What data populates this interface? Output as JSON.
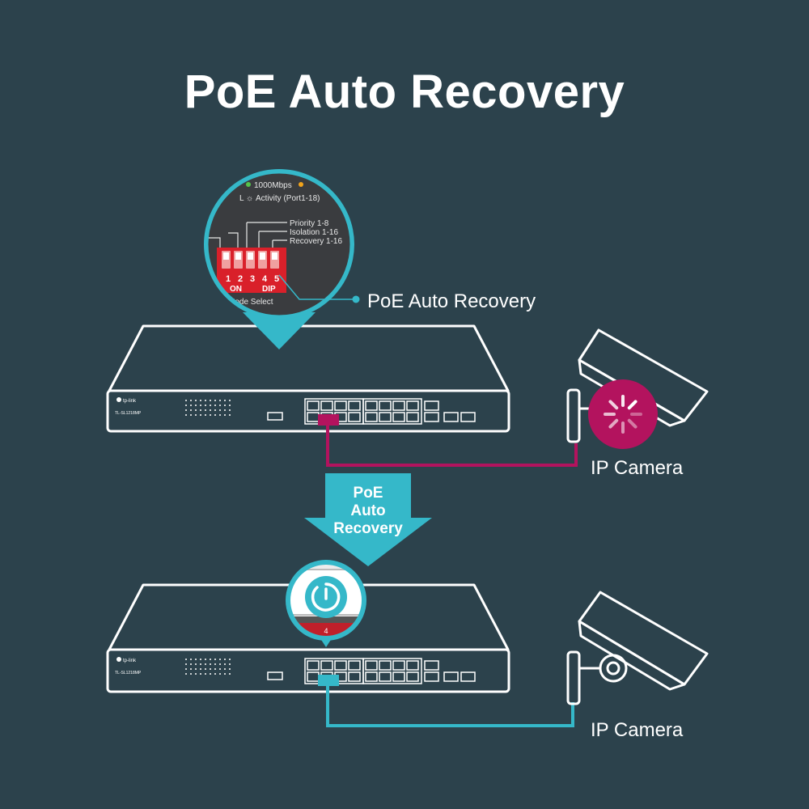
{
  "title": "PoE Auto Recovery",
  "zoom_callout": {
    "led_speed": "1000Mbps",
    "led_activity": "Activity (Port1-18)",
    "dip_options": [
      "Priority 1-8",
      "Isolation 1-16",
      "Recovery 1-16"
    ],
    "dip_numbers": [
      "1",
      "2",
      "3",
      "4",
      "5"
    ],
    "dip_on": "ON",
    "dip_dip": "DIP",
    "mode_select": "Mode Select",
    "label": "PoE Auto Recovery"
  },
  "switch": {
    "brand": "tp-link",
    "model": "TL-SL1218MP"
  },
  "arrow": {
    "lines": [
      "PoE",
      "Auto",
      "Recovery"
    ]
  },
  "port_zoom": {
    "port_number": "4"
  },
  "cameras": {
    "top_label": "IP Camera",
    "bottom_label": "IP Camera"
  },
  "colors": {
    "background": "#2c424c",
    "failure": "#b3135e",
    "recovered": "#35b8c9",
    "dip_switch": "#d9202a",
    "outline": "#ffffff"
  }
}
